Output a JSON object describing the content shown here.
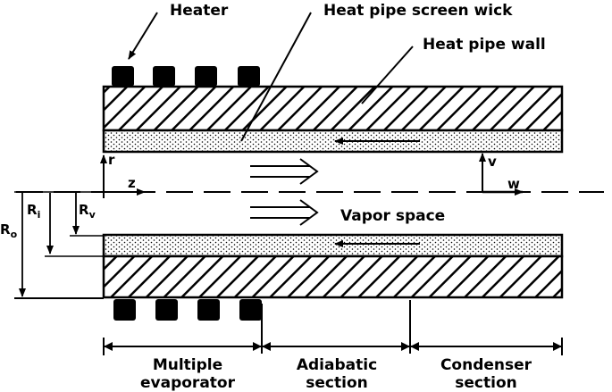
{
  "labels": {
    "heater": "Heater",
    "screen_wick": "Heat pipe screen wick",
    "pipe_wall": "Heat pipe wall",
    "vapor_space": "Vapor space",
    "r_axis": "r",
    "z_axis": "z",
    "v_vel": "v",
    "w_vel": "w",
    "r_inner": "R",
    "r_inner_sub": "i",
    "r_vapor": "R",
    "r_vapor_sub": "v",
    "r_outer": "R",
    "r_outer_sub": "o"
  },
  "sections": {
    "evaporator_line1": "Multiple",
    "evaporator_line2": "evaporator",
    "adiabatic_line1": "Adiabatic",
    "adiabatic_line2": "section",
    "condenser_line1": "Condenser",
    "condenser_line2": "section"
  }
}
